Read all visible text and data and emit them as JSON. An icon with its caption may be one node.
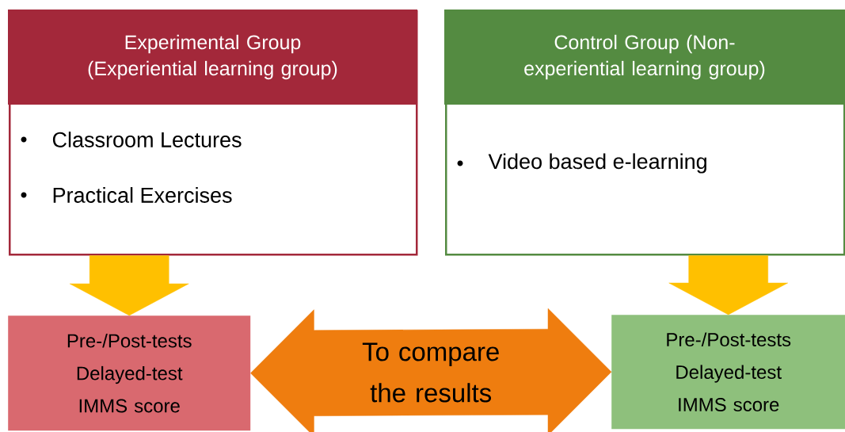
{
  "diagram": {
    "nodes": [
      {
        "text": [
          "Experimental Group (Experiential learning group)",
          "Classroom Lectures",
          "Practical Exercises"
        ]
      },
      {
        "text": [
          "Control Group (Non-experiential learning group)",
          "Video based e-learning"
        ]
      },
      {
        "text": [
          "Pre-/Post-tests Delayed-test IMMS score"
        ]
      },
      {
        "text": [
          "Pre-/Post-tests Delayed-test IMMS score"
        ]
      }
    ],
    "edges": [
      {
        "from": 0,
        "to": 2,
        "arrow": "to",
        "style": "thick",
        "color": "#ffc000"
      },
      {
        "from": 1,
        "to": 3,
        "arrow": "to",
        "style": "thick",
        "color": "#ffc000"
      },
      {
        "from": 2,
        "to": 3,
        "arrow": "both",
        "style": "thick",
        "color": "#ef7d0f",
        "label": "To compare the results"
      }
    ]
  }
}
